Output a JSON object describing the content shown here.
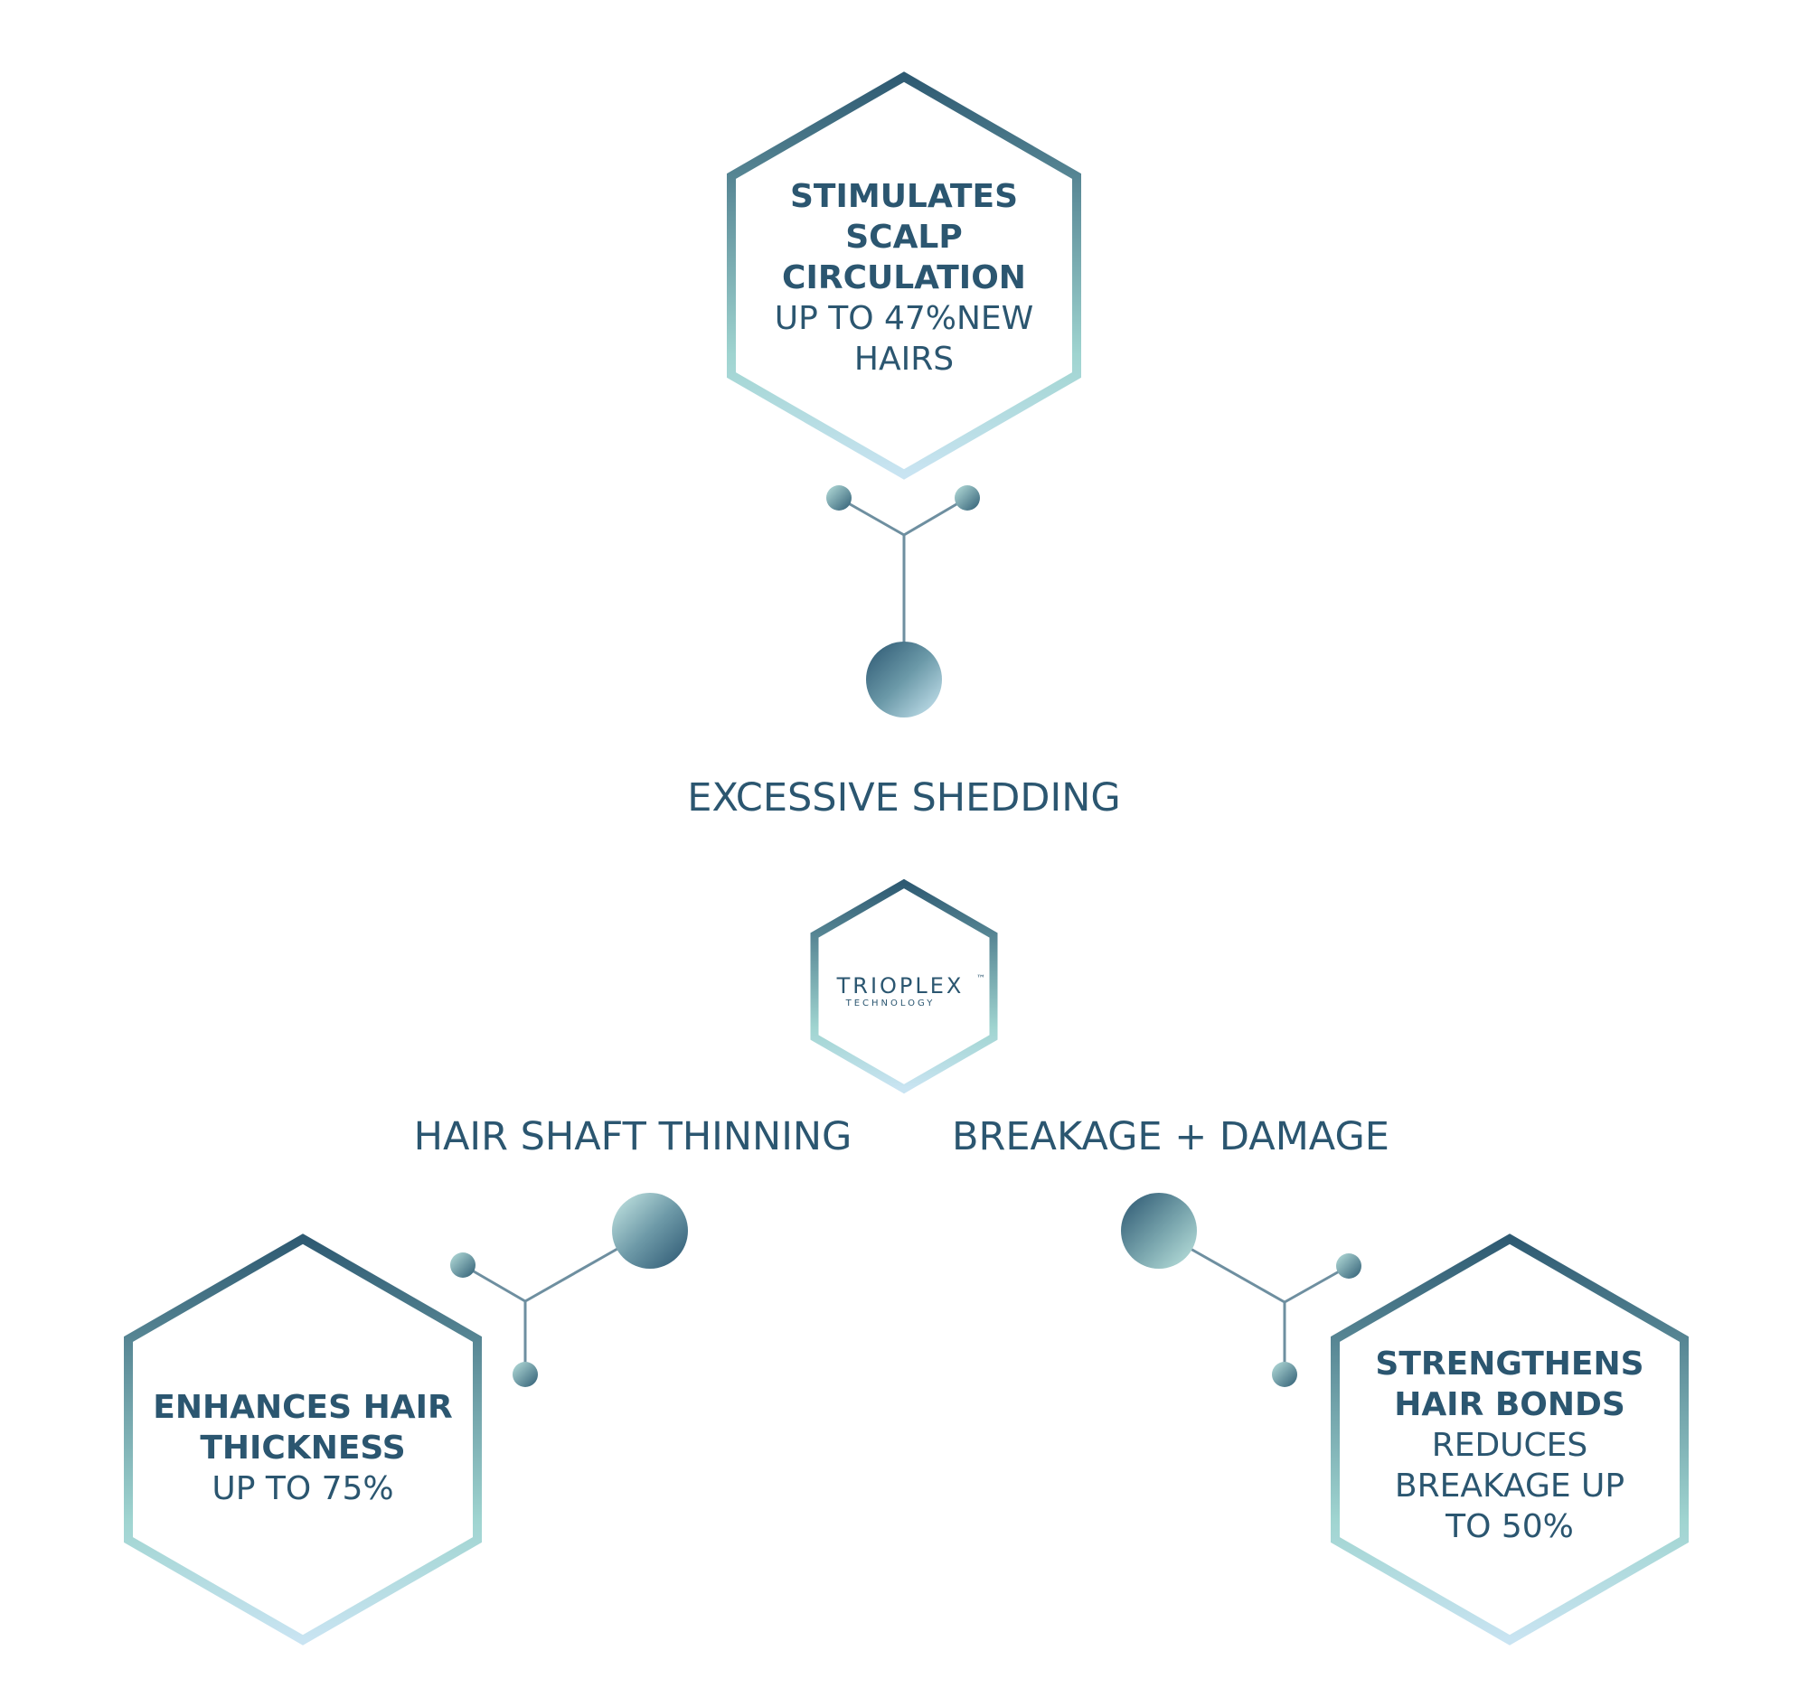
{
  "top_benefit": {
    "title_lines": [
      "STIMULATES",
      "SCALP",
      "CIRCULATION"
    ],
    "detail_lines": [
      "UP TO 47%NEW",
      "HAIRS"
    ]
  },
  "left_benefit": {
    "title_lines": [
      "ENHANCES HAIR",
      "THICKNESS"
    ],
    "detail_lines": [
      "UP TO 75%"
    ]
  },
  "right_benefit": {
    "title_lines": [
      "STRENGTHENS",
      "HAIR BONDS"
    ],
    "detail_lines": [
      "REDUCES",
      "BREAKAGE UP",
      "TO 50%"
    ]
  },
  "problems": {
    "top": "EXCESSIVE SHEDDING",
    "left": "HAIR SHAFT THINNING",
    "right": "BREAKAGE + DAMAGE"
  },
  "logo": {
    "brand": "TRIOPLEX",
    "tm": "™",
    "sub": "TECHNOLOGY"
  },
  "colors": {
    "text": "#2b5670",
    "gradient_top": "#2e5a72",
    "gradient_mid": "#9fd4d0",
    "gradient_bottom": "#c9e4f2",
    "connector": "#6e8fa0"
  }
}
